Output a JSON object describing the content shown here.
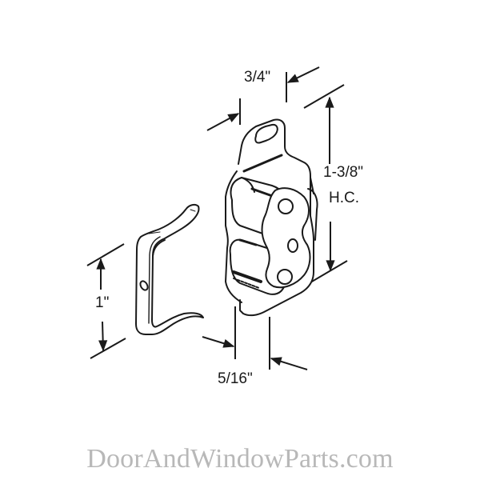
{
  "diagram": {
    "subject": "double roller catch with strike",
    "parts": [
      {
        "name": "strike",
        "description": "curved hook-shaped strike plate with one screw hole"
      },
      {
        "name": "roller-catch",
        "description": "double roller catch body with slotted mounting tab and three holes"
      }
    ],
    "dimensions": {
      "width": "3/4\"",
      "hole_center_value": "1-3/8\"",
      "hole_center_label": "H.C.",
      "strike_height": "1\"",
      "depth": "5/16\""
    },
    "line_color": "#1a1a1a"
  },
  "watermark": {
    "text": "DoorAndWindowParts.com",
    "color": "#b8b8b8"
  }
}
